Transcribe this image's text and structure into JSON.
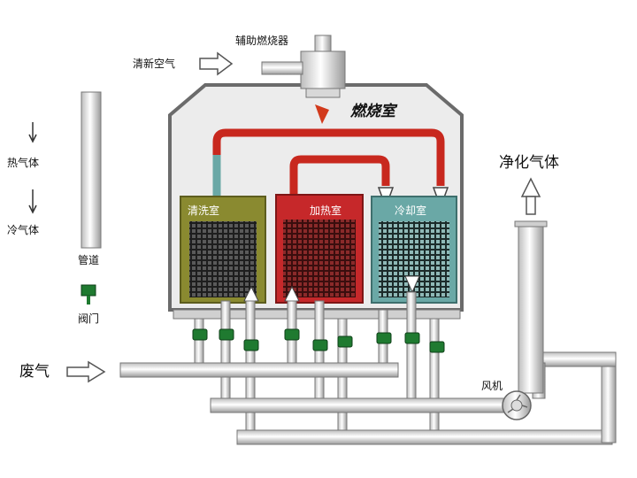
{
  "labels": {
    "aux_burner": "辅助燃烧器",
    "fresh_air": "清新空气",
    "combustion_chamber": "燃烧室",
    "clean_gas": "净化气体",
    "hot_gas": "热气体",
    "cold_gas": "冷气体",
    "pipe": "管道",
    "valve": "阀门",
    "waste_gas": "废气",
    "fan": "风机",
    "chamber_clean": "清洗室",
    "chamber_heat": "加热室",
    "chamber_cool": "冷却室"
  },
  "colors": {
    "housing_fill": "#ececec",
    "housing_stroke": "#6b6b6b",
    "hot_pipe": "#c8281e",
    "chamber_clean": "#8a8a30",
    "chamber_heat": "#c6282a",
    "chamber_cool": "#6aa8a6",
    "valve": "#1f7a30",
    "pipe_fill": "#f2f2f2",
    "pipe_stroke": "#777777"
  },
  "icons": [
    "down-arrow-icon",
    "up-arrow-icon",
    "right-arrow-icon",
    "valve-icon",
    "fan-icon",
    "flame-icon"
  ]
}
